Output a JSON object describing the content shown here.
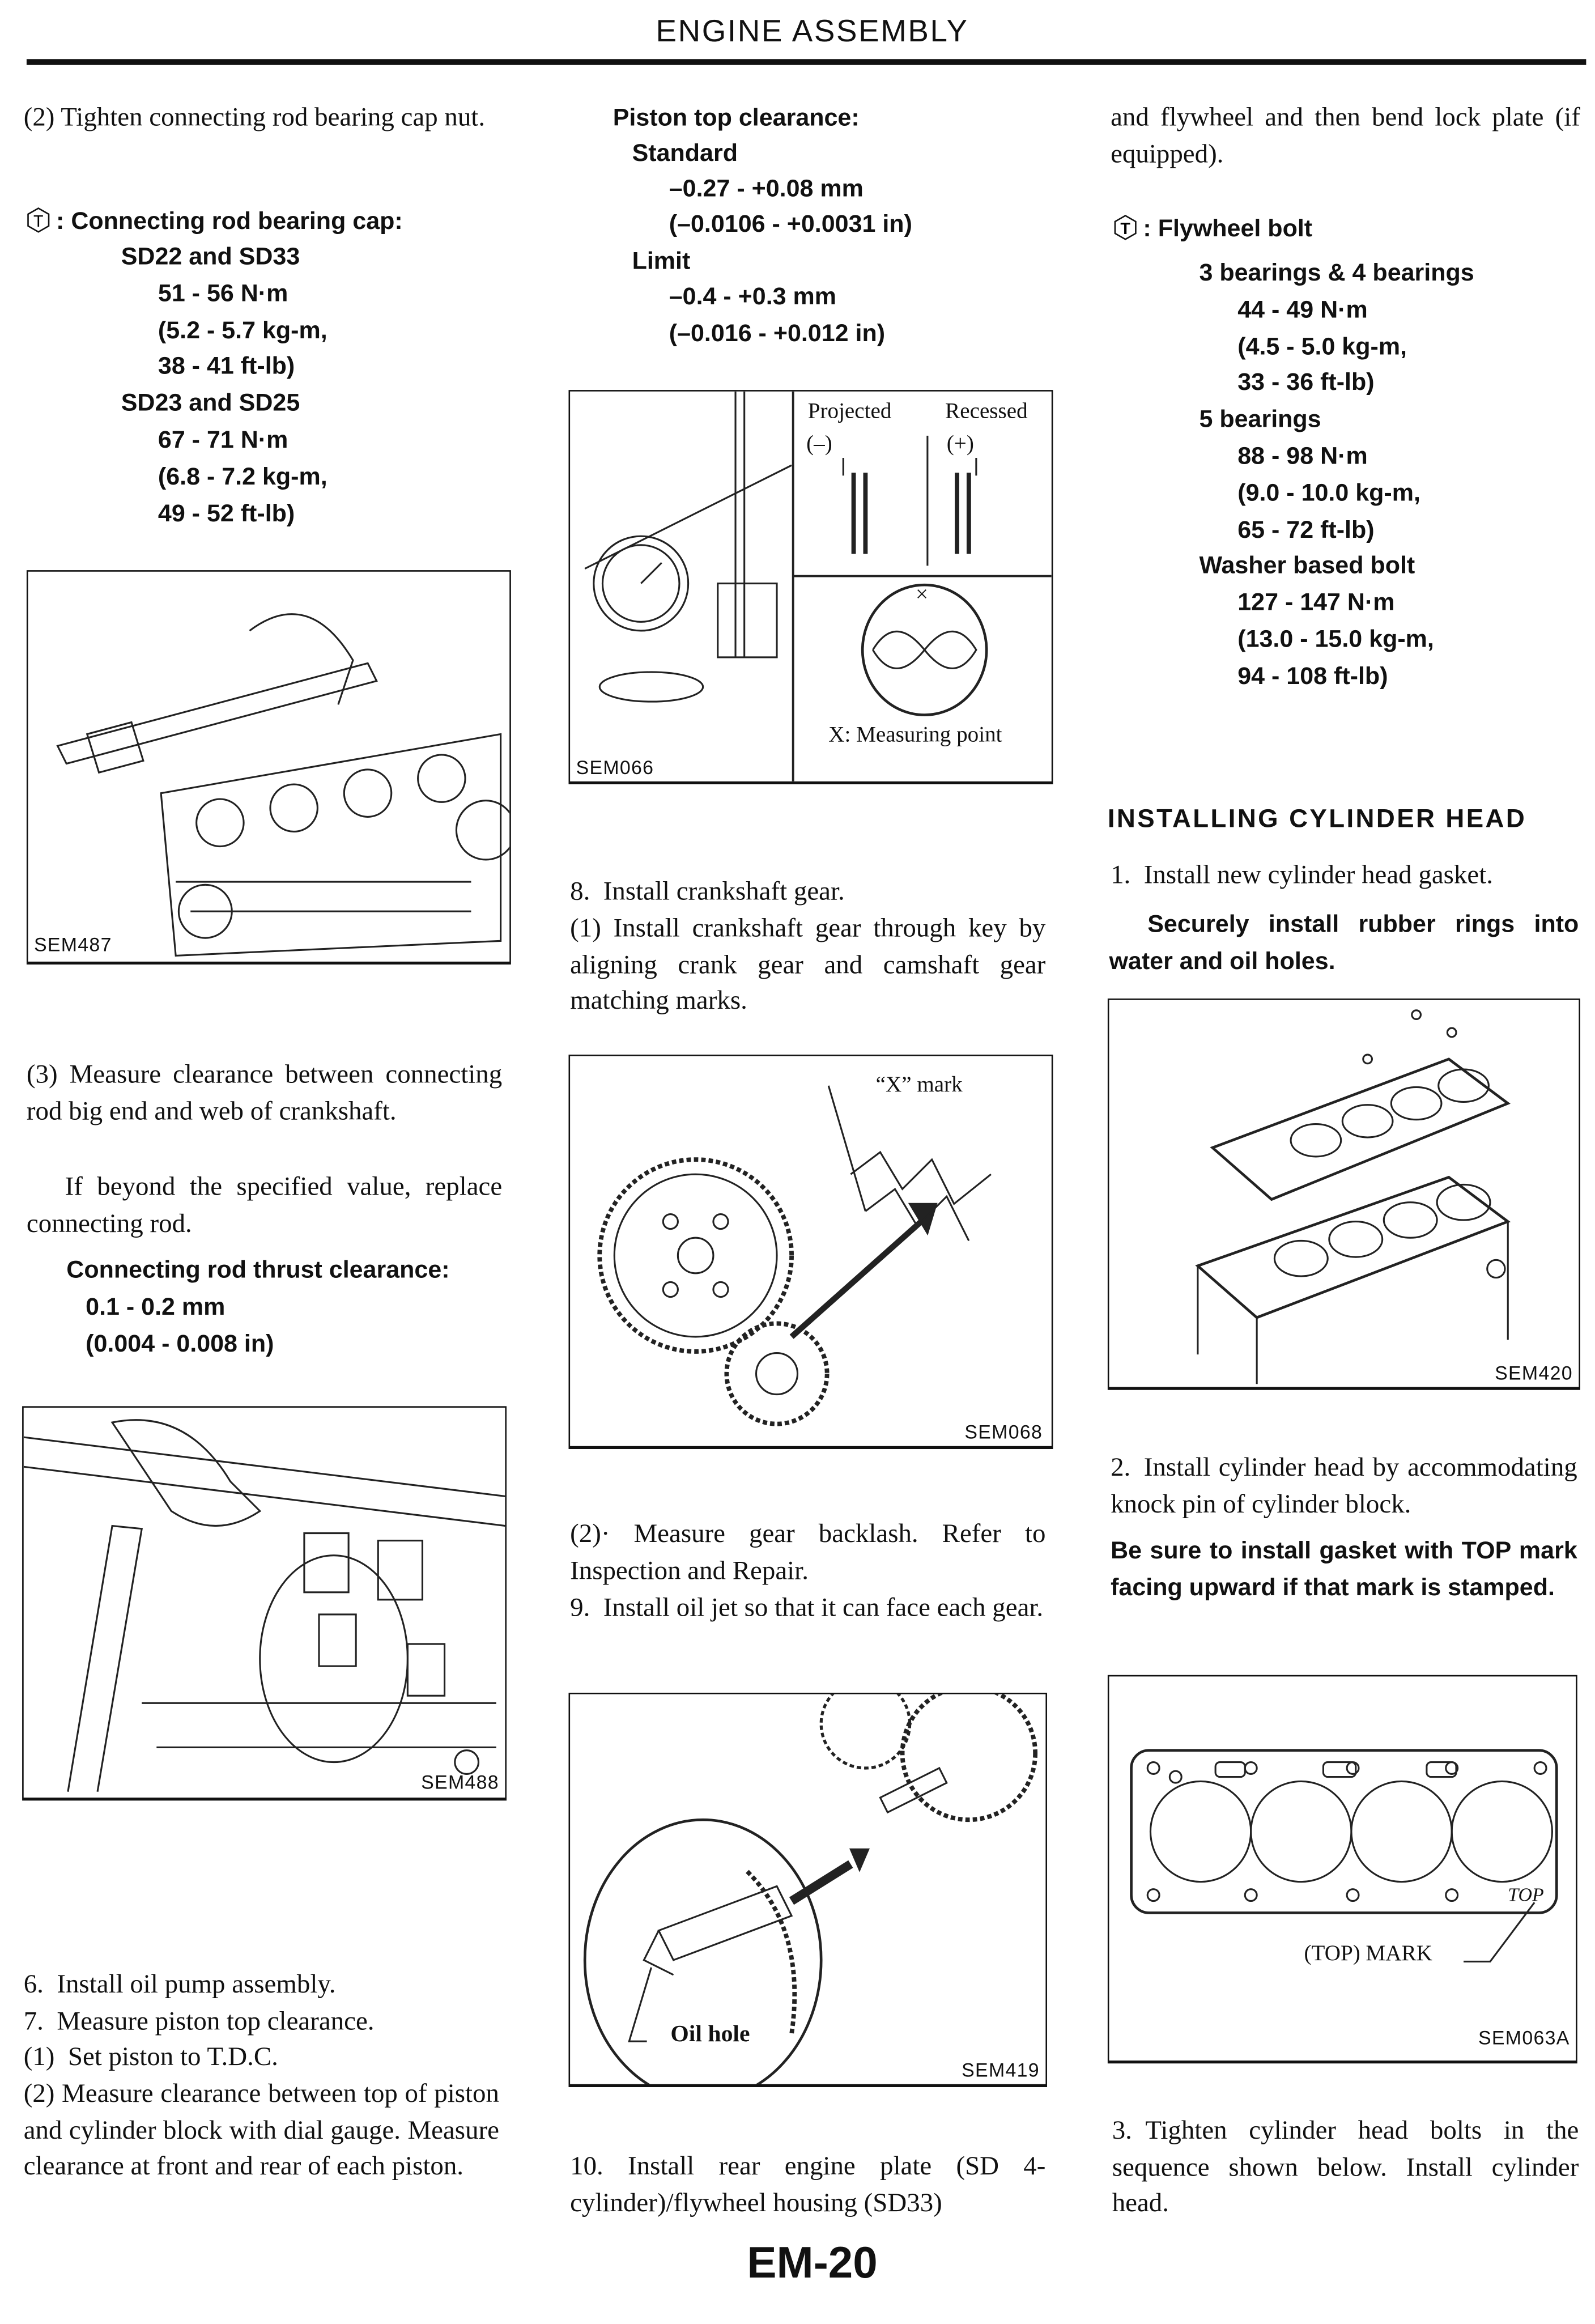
{
  "header": {
    "title": "ENGINE ASSEMBLY"
  },
  "col1": {
    "p1": "(2) Tighten connecting rod bearing cap nut.",
    "torque_label": ": Connecting rod bearing cap:",
    "spec": [
      "SD22 and SD33",
      "51 - 56 N·m",
      "(5.2 - 5.7 kg-m,",
      "38 - 41 ft-lb)",
      "SD23 and SD25",
      "67 - 71 N·m",
      "(6.8 - 7.2 kg-m,",
      "49 - 52 ft-lb)"
    ],
    "fig1": "SEM487",
    "p3": "(3) Measure clearance between connecting rod big end and web of crankshaft.",
    "p4": "If beyond the specified value, replace connecting rod.",
    "thrust_label": "Connecting rod thrust clearance:",
    "thrust": [
      "0.1 - 0.2 mm",
      "(0.004 - 0.008 in)"
    ],
    "fig2": "SEM488",
    "steps": [
      "6. Install oil pump assembly.",
      "7. Measure piston top clearance.",
      "(1) Set piston to T.D.C."
    ],
    "p5": "(2) Measure clearance between top of piston and cylinder block with dial gauge. Measure clearance at front and rear of each piston."
  },
  "col2": {
    "spec_title": "Piston top clearance:",
    "standard": "Standard",
    "standard_vals": [
      "–0.27 - +0.08 mm",
      "(–0.0106 - +0.0031 in)"
    ],
    "limit": "Limit",
    "limit_vals": [
      "–0.4 - +0.3 mm",
      "(–0.016 - +0.012 in)"
    ],
    "fig1": {
      "code": "SEM066",
      "projected": "Projected",
      "recessed": "Recessed",
      "minus": "(–)",
      "plus": "(+)",
      "x": "×",
      "measuring": "X:  Measuring point"
    },
    "p8": "8. Install crankshaft gear.",
    "p8_1": "(1) Install crankshaft gear through key by aligning crank gear and camshaft gear matching marks.",
    "fig2": {
      "code": "SEM068",
      "xmark": "“X” mark"
    },
    "p2": "(2)· Measure gear backlash. Refer to Inspection and Repair.",
    "p9": "9. Install oil jet so that it can face each gear.",
    "fig3": {
      "code": "SEM419",
      "oilhole": "Oil hole"
    },
    "p10": "10. Install rear engine plate (SD 4-cylinder)/flywheel housing (SD33)"
  },
  "col3": {
    "p1": "and flywheel and then bend lock plate (if equipped).",
    "torque_label": ": Flywheel bolt",
    "spec": [
      {
        "t": "3 bearings & 4 bearings",
        "h": true
      },
      {
        "t": "44 - 49 N·m"
      },
      {
        "t": "(4.5 - 5.0 kg-m,"
      },
      {
        "t": "33 - 36 ft-lb)"
      },
      {
        "t": "5 bearings",
        "h": true
      },
      {
        "t": "88 - 98 N·m"
      },
      {
        "t": "(9.0 - 10.0 kg-m,"
      },
      {
        "t": "65 - 72 ft-lb)"
      },
      {
        "t": "Washer based bolt",
        "h": true
      },
      {
        "t": "127 - 147 N·m"
      },
      {
        "t": "(13.0 - 15.0 kg-m,"
      },
      {
        "t": "94 - 108 ft-lb)"
      }
    ],
    "section": "INSTALLING CYLINDER HEAD",
    "s1": "1. Install new cylinder head gasket.",
    "s1_note": "Securely install rubber rings into water and oil holes.",
    "fig1": "SEM420",
    "s2": "2. Install cylinder head by accommodating knock pin of cylinder block.",
    "s2_note": "Be sure to install gasket with TOP mark facing upward if that mark is stamped.",
    "fig2": {
      "code": "SEM063A",
      "top_mark": "(TOP) MARK",
      "top": "TOP"
    },
    "s3": "3. Tighten cylinder head bolts in the sequence shown below. Install cylinder head."
  },
  "footer": {
    "page": "EM-20"
  },
  "torque_icon": "T"
}
